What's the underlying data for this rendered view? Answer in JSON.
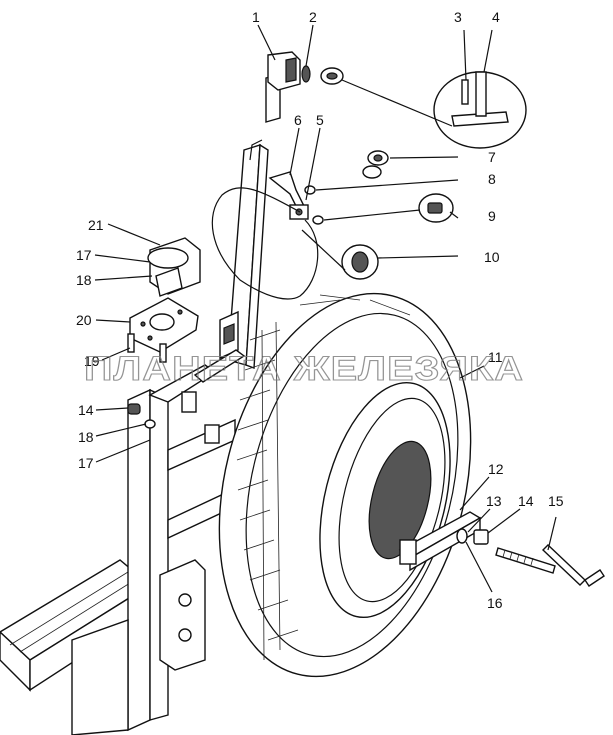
{
  "watermark": "ПЛАНЕТА ЖЕЛЕЗЯКА",
  "callouts": [
    {
      "id": "c1",
      "label": "1"
    },
    {
      "id": "c2",
      "label": "2"
    },
    {
      "id": "c3",
      "label": "3"
    },
    {
      "id": "c4",
      "label": "4"
    },
    {
      "id": "c5",
      "label": "5"
    },
    {
      "id": "c6",
      "label": "6"
    },
    {
      "id": "c7",
      "label": "7"
    },
    {
      "id": "c8",
      "label": "8"
    },
    {
      "id": "c9",
      "label": "9"
    },
    {
      "id": "c10",
      "label": "10"
    },
    {
      "id": "c11",
      "label": "11"
    },
    {
      "id": "c12",
      "label": "12"
    },
    {
      "id": "c13",
      "label": "13"
    },
    {
      "id": "c14a",
      "label": "14"
    },
    {
      "id": "c14b",
      "label": "14"
    },
    {
      "id": "c15",
      "label": "15"
    },
    {
      "id": "c16",
      "label": "16"
    },
    {
      "id": "c17a",
      "label": "17"
    },
    {
      "id": "c17b",
      "label": "17"
    },
    {
      "id": "c18a",
      "label": "18"
    },
    {
      "id": "c18b",
      "label": "18"
    },
    {
      "id": "c19",
      "label": "19"
    },
    {
      "id": "c20",
      "label": "20"
    },
    {
      "id": "c21",
      "label": "21"
    }
  ]
}
